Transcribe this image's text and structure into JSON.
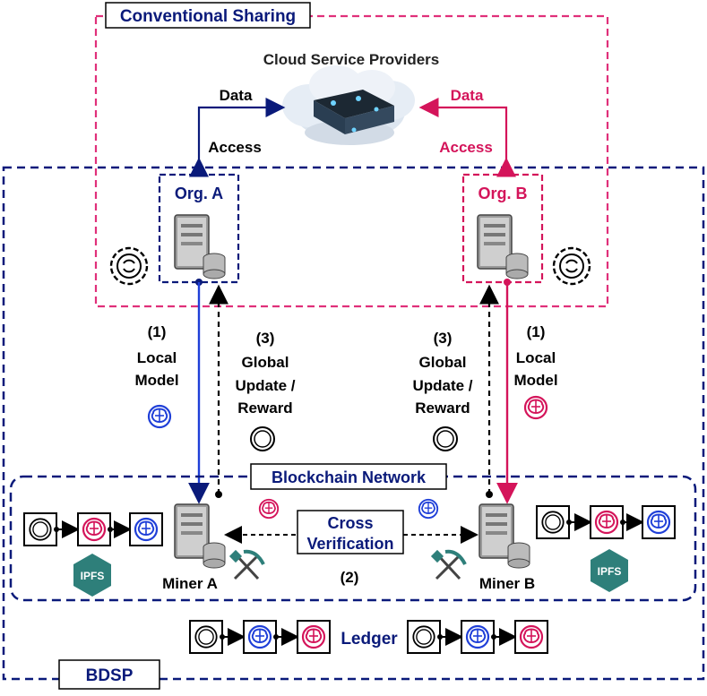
{
  "labels": {
    "conventional_sharing": "Conventional Sharing",
    "cloud_service_providers": "Cloud Service Providers",
    "data_left": "Data",
    "access_left": "Access",
    "data_right": "Data",
    "access_right": "Access",
    "org_a": "Org. A",
    "org_b": "Org. B",
    "step1_left_num": "(1)",
    "step1_left_l1": "Local",
    "step1_left_l2": "Model",
    "step3_left_num": "(3)",
    "step3_left_l1": "Global",
    "step3_left_l2": "Update /",
    "step3_left_l3": "Reward",
    "step3_right_num": "(3)",
    "step3_right_l1": "Global",
    "step3_right_l2": "Update /",
    "step3_right_l3": "Reward",
    "step1_right_num": "(1)",
    "step1_right_l1": "Local",
    "step1_right_l2": "Model",
    "blockchain_network": "Blockchain Network",
    "cross_l1": "Cross",
    "cross_l2": "Verification",
    "step2": "(2)",
    "miner_a": "Miner A",
    "miner_b": "Miner B",
    "ipfs_left": "IPFS",
    "ipfs_right": "IPFS",
    "ledger": "Ledger",
    "bdsp": "BDSP"
  },
  "colors": {
    "navy": "#0a1a7a",
    "magenta": "#e0307a",
    "blue": "#1f3fd8",
    "crimson": "#d4145a",
    "ipfs": "#2e7f7a"
  }
}
